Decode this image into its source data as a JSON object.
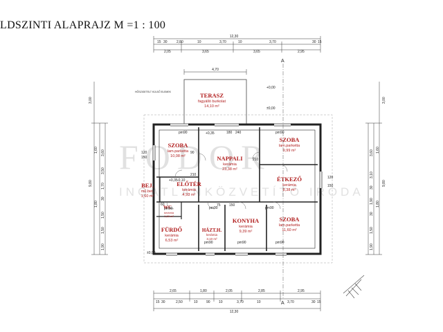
{
  "title": "LDSZINTI ALAPRAJZ M =1 : 100",
  "watermark": {
    "brand": "FODOR",
    "tagline": "INGATLANKÖZVETÍTŐ IRODA"
  },
  "rooms": {
    "terasz": {
      "name": "TERASZ",
      "line1": "fagyálló burkolat",
      "line2": "14,10 m²"
    },
    "szoba1": {
      "name": "SZOBA",
      "line1": "lam.parketta",
      "line2": "10,08 m²"
    },
    "nappali": {
      "name": "NAPPALI",
      "line1": "kerámia",
      "line2": "23,38 m²"
    },
    "szoba2": {
      "name": "SZOBA",
      "line1": "lam.parketta",
      "line2": "9,99 m²"
    },
    "bej": {
      "name": "BEJ.",
      "line1": "mű.bet.",
      "line2": "1,60 m²"
    },
    "eloter": {
      "name": "ELŐTÉR",
      "line1": "kerámia",
      "line2": "4,93 m²"
    },
    "etkezo": {
      "name": "ÉTKEZŐ",
      "line1": "kerámia",
      "line2": "8,38 m²"
    },
    "wc": {
      "name": "WC",
      "line1": "kerámia",
      "line2": "1,60 m²"
    },
    "furdo": {
      "name": "FÜRDŐ",
      "line1": "kerámia",
      "line2": "6,53 m²"
    },
    "haztb": {
      "name": "HÁZT.H.",
      "line1": "kerámia",
      "line2": "3,10 m²"
    },
    "konyha": {
      "name": "KONYHA",
      "line1": "kerámia",
      "line2": "9,39 m²"
    },
    "szoba3": {
      "name": "SZOBA",
      "line1": "lam.parketta",
      "line2": "11,60 m²"
    }
  },
  "dimensions": {
    "top_total": "12,30",
    "top_mid": [
      "2,05",
      "3,65",
      "3,65",
      "2,95"
    ],
    "top_fine": [
      "15",
      "30",
      "2,80",
      "10",
      "3,70",
      "10",
      "3,70",
      "30",
      "15"
    ],
    "terrace_width": "4,70",
    "bottom_mid": [
      "2,65",
      "1,80",
      "2,05",
      "2,85",
      "2,95"
    ],
    "bottom_fine": [
      "15",
      "30",
      "2,50",
      "10",
      "90",
      "10",
      "3,70",
      "10",
      "3,70",
      "30",
      "15"
    ],
    "bottom_total": "12,30",
    "left_outer": [
      "3,00",
      "9,80",
      "1,60",
      "1,80"
    ],
    "left_inner": [
      "3,60",
      "3,50",
      "1,70",
      "30",
      "1,50",
      "1,50",
      "1,90"
    ],
    "right_outer": [
      "3,00",
      "9,80",
      "1,60",
      "1,80"
    ],
    "right_inner": [
      "3,60",
      "3,10",
      "30",
      "1,90",
      "30",
      "1,50",
      "1,90"
    ]
  },
  "door_labels": [
    "pm90",
    "pm90",
    "pm90",
    "pm90",
    "pm90",
    "pm90",
    "pm90",
    "pm90"
  ],
  "levels": [
    "+0,00",
    "±0,00",
    "+0,35",
    "-0,10",
    "+0,35",
    "±0,00"
  ],
  "window_labels": [
    "120",
    "150",
    "90",
    "210",
    "180",
    "240",
    "120",
    "150",
    "210",
    "60",
    "150",
    "75"
  ],
  "section_marker": "A",
  "note": "HŐSZIGETELT KÜLSŐ ELEMEK"
}
